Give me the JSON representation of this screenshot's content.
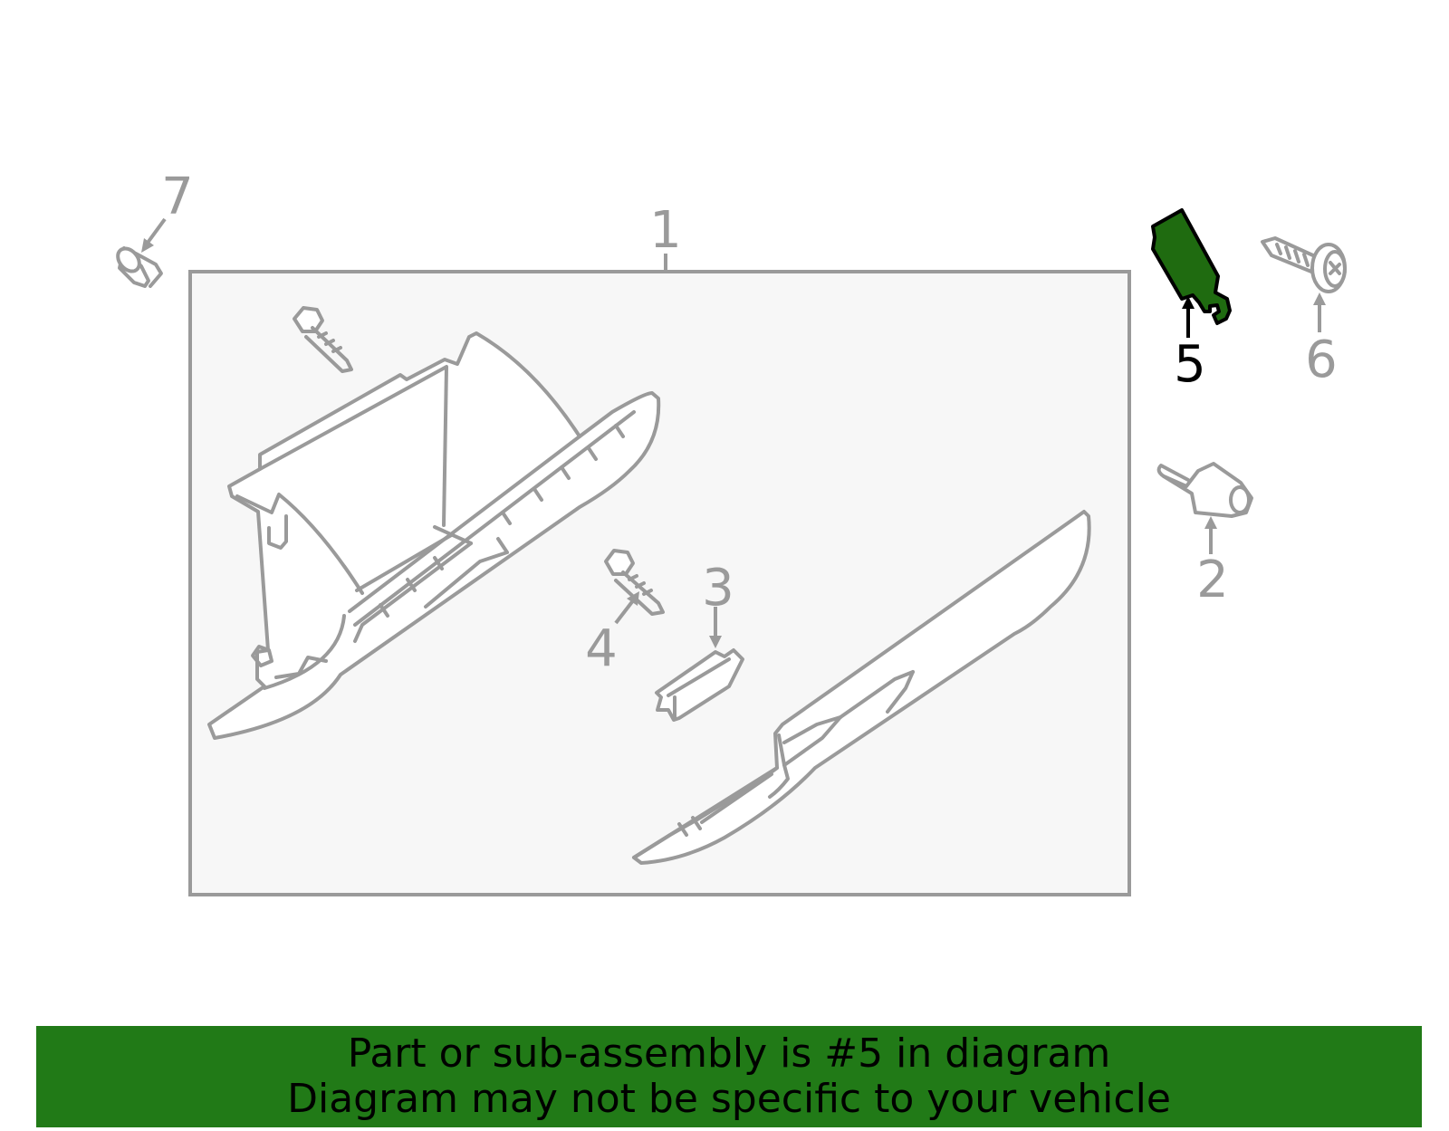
{
  "diagram": {
    "callouts": [
      {
        "id": "1",
        "label": "1"
      },
      {
        "id": "2",
        "label": "2"
      },
      {
        "id": "3",
        "label": "3"
      },
      {
        "id": "4",
        "label": "4"
      },
      {
        "id": "5",
        "label": "5"
      },
      {
        "id": "6",
        "label": "6"
      },
      {
        "id": "7",
        "label": "7"
      }
    ],
    "highlighted_part": "5",
    "colors": {
      "highlight": "#1f6b10",
      "banner": "#217a17",
      "line": "#9a9a9a",
      "box_fill": "#f7f7f7"
    }
  },
  "banner": {
    "line1": "Part or sub-assembly is #5 in diagram",
    "line2": "Diagram may not be specific to your vehicle"
  }
}
